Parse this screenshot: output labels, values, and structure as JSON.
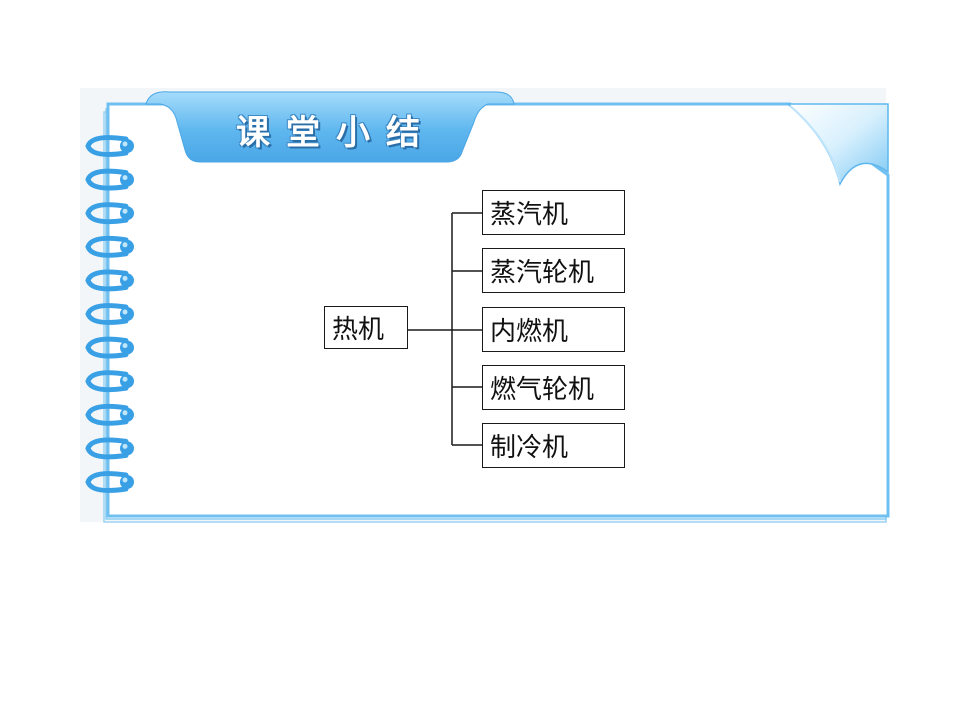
{
  "title": "课堂小结",
  "root": {
    "label": "热机"
  },
  "children": [
    {
      "label": "蒸汽机"
    },
    {
      "label": "蒸汽轮机"
    },
    {
      "label": "内燃机"
    },
    {
      "label": "燃气轮机"
    },
    {
      "label": "制冷机"
    }
  ],
  "colors": {
    "accent": "#5bb5ee",
    "accent_dark": "#2e86c8",
    "card_border": "#6fc0f0",
    "ring": "#3aa0e6"
  }
}
